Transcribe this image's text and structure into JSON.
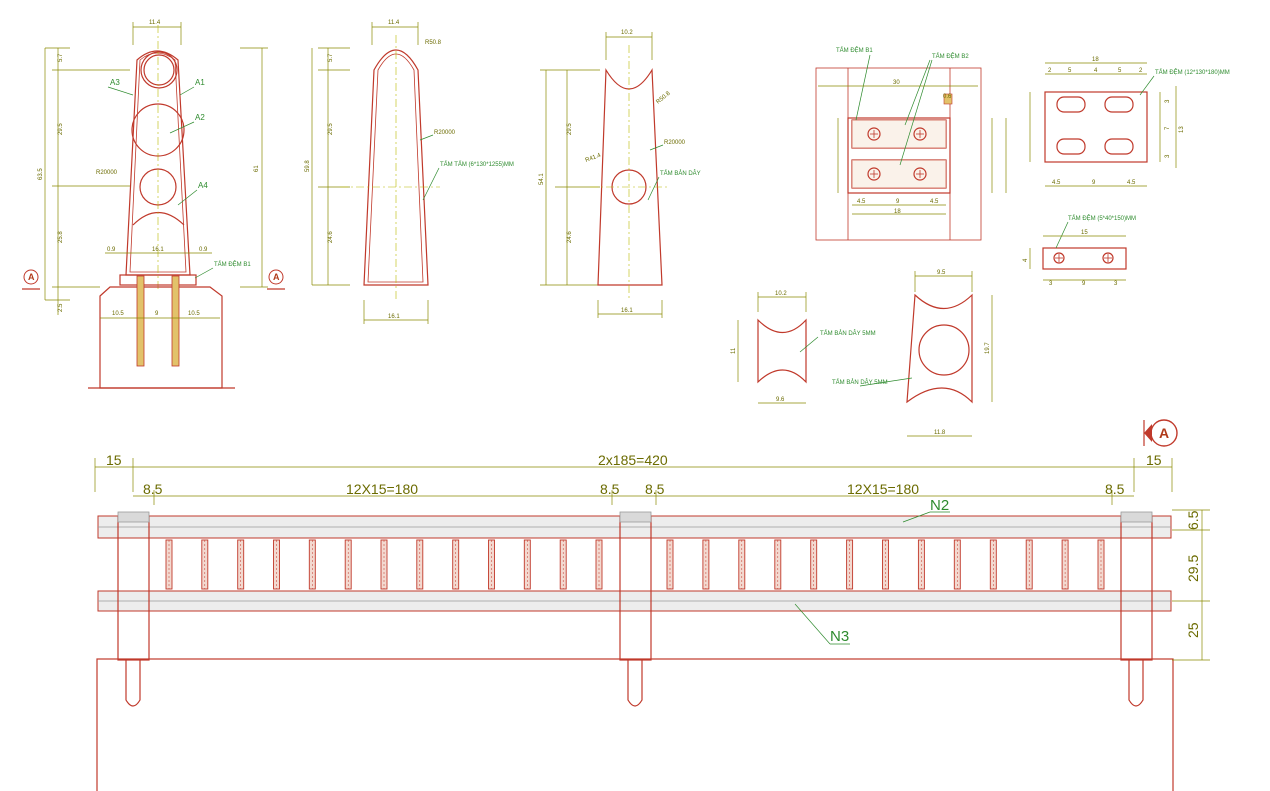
{
  "post_front": {
    "top_width": "11.4",
    "left_dims": [
      "5.7",
      "29.5",
      "25.8",
      "2.5"
    ],
    "overall_left": "63.5",
    "overall_right": "61",
    "radius": "R20000",
    "labels": [
      "A3",
      "A1",
      "A2",
      "A4"
    ],
    "bottom_gaps": [
      "0.9",
      "16.1",
      "0.9"
    ],
    "base_dims": [
      "10.5",
      "9",
      "10.5"
    ],
    "plate_label": "TẤM ĐỆM B1",
    "section_mark": "A"
  },
  "post_side": {
    "top_width": "11.4",
    "radius_top": "R50.8",
    "left_dims": [
      "5.7",
      "29.5",
      "24.6"
    ],
    "overall": "59.8",
    "radius": "R20000",
    "plate_label": "TẤM TẤM (6*130*1255)MM",
    "bottom_width": "16.1"
  },
  "post_bracket": {
    "top_width": "10.2",
    "radius_top": "R50.8",
    "radius": "R20000",
    "radius_hole": "R41.4",
    "plate_label": "TẤM BẢN DÂY",
    "left_dims": [
      "29.5",
      "24.6"
    ],
    "overall": "54.1",
    "bottom_width": "16.1"
  },
  "plate_detail": {
    "label_b1": "TẤM ĐỆM B1",
    "label_b2": "TẤM ĐỆM B2",
    "width_top": "30",
    "small_dim": "0.6",
    "bottom_dims": [
      "4.5",
      "9",
      "4.5"
    ],
    "bottom_total": "18"
  },
  "pad_12": {
    "label": "TẤM ĐỆM (12*130*180)MM",
    "top_total": "18",
    "top_dims": [
      "2",
      "5",
      "4",
      "5",
      "2"
    ],
    "bottom_dims": [
      "4.5",
      "9",
      "4.5"
    ],
    "right_dims": [
      "3",
      "7",
      "3"
    ],
    "right_total": "13"
  },
  "pad_5": {
    "label": "TẤM ĐỆM (5*40*150)MM",
    "top": "15",
    "left": "4",
    "bottom_dims": [
      "3",
      "9",
      "3"
    ]
  },
  "small_plate_a": {
    "top": "10.2",
    "left": "11",
    "bottom": "9.6",
    "label": "TẤM BẢN DÂY 5MM"
  },
  "small_plate_b": {
    "top": "9.5",
    "right": "19.7",
    "bottom": "11.8",
    "label": "TẤM BẢN DÂY 5MM"
  },
  "elevation": {
    "total": "2x185=420",
    "end_left": "15",
    "end_right": "15",
    "span_left": "12X15=180",
    "span_right": "12X15=180",
    "offsets": [
      "8.5",
      "8.5",
      "8.5",
      "8.5"
    ],
    "rail_top": "N2",
    "rail_bottom": "N3",
    "right_dims": [
      "6.5",
      "29.5",
      "25"
    ],
    "section_mark": "A"
  }
}
